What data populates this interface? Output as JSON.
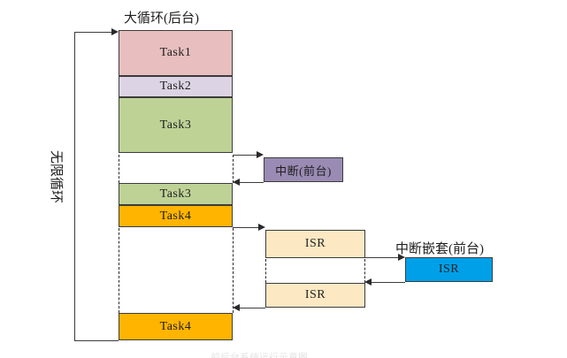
{
  "diagram": {
    "title_main": "大循环(后台)",
    "label_interrupt": "中断(前台)",
    "label_nested_interrupt": "中断嵌套(前台)",
    "loop_label": "无限循环",
    "bottom_caption": "前后台系统运行示意图",
    "colors": {
      "task1": "#E8BEBE",
      "task2": "#DCD4E4",
      "task3": "#BED296",
      "task4": "#FFB400",
      "interrupt": "#9A8BB4",
      "isr": "#FCE8C3",
      "isr_nested": "#00A0E9",
      "stroke": "#3C3C3C",
      "background": "#FFFFFF"
    },
    "background_tasks": [
      {
        "name": "task1-block",
        "label": "Task1",
        "color": "#E8BEBE"
      },
      {
        "name": "task2-block",
        "label": "Task2",
        "color": "#DCD4E4"
      },
      {
        "name": "task3-block",
        "label": "Task3",
        "color": "#BED296"
      },
      {
        "name": "task3-resume-block",
        "label": "Task3",
        "color": "#BED296"
      },
      {
        "name": "task4-block",
        "label": "Task4",
        "color": "#FFB400"
      },
      {
        "name": "task4-resume-block",
        "label": "Task4",
        "color": "#FFB400"
      }
    ],
    "foreground_blocks": [
      {
        "name": "interrupt-block",
        "label": "中断(前台)",
        "color": "#9A8BB4"
      },
      {
        "name": "isr-block-1",
        "label": "ISR",
        "color": "#FCE8C3"
      },
      {
        "name": "isr-block-2",
        "label": "ISR",
        "color": "#FCE8C3"
      },
      {
        "name": "isr-nested-block",
        "label": "ISR",
        "color": "#00A0E9"
      }
    ]
  }
}
